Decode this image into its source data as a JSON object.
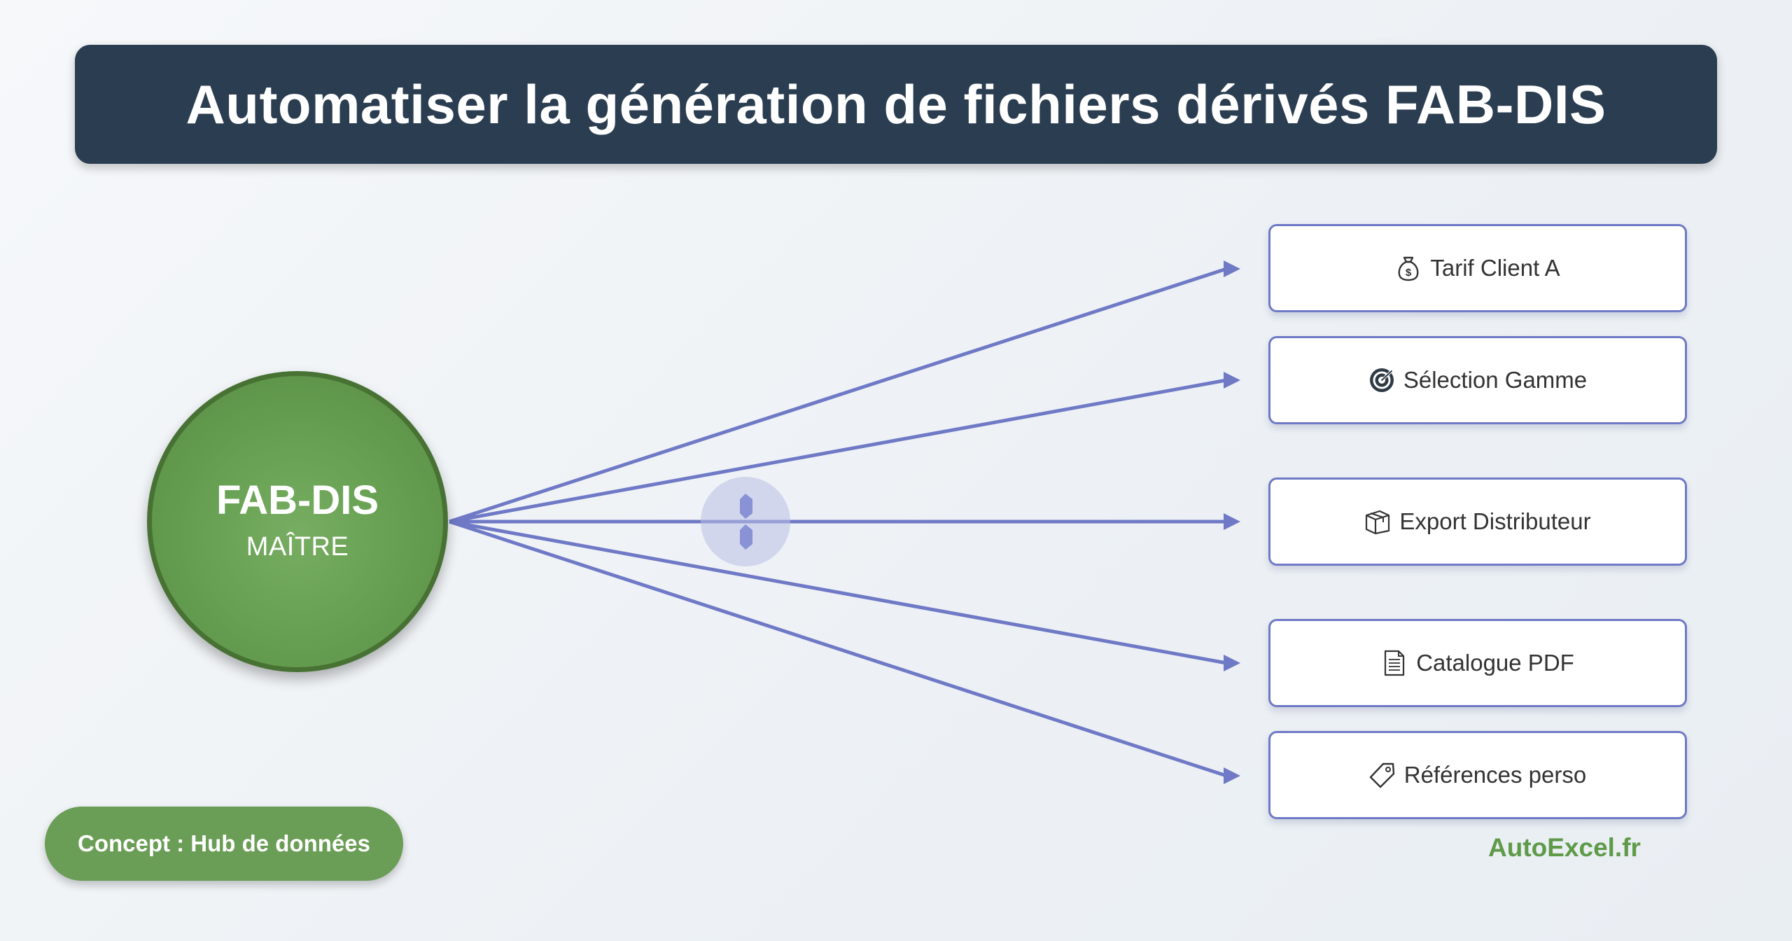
{
  "title": "Automatiser la génération de fichiers dérivés FAB-DIS",
  "hub": {
    "title": "FAB-DIS",
    "subtitle": "MAÎTRE"
  },
  "targets": [
    {
      "label": "Tarif Client A",
      "icon": "money-bag-icon"
    },
    {
      "label": "Sélection Gamme",
      "icon": "target-icon"
    },
    {
      "label": "Export Distributeur",
      "icon": "package-icon"
    },
    {
      "label": "Catalogue PDF",
      "icon": "document-icon"
    },
    {
      "label": "Références perso",
      "icon": "tag-icon"
    }
  ],
  "concept_label": "Concept : Hub de données",
  "brand": "AutoExcel.fr",
  "colors": {
    "title_bg": "#2b3d50",
    "hub_fill": "#67a052",
    "hub_border": "#477234",
    "connector": "#6f79c6",
    "brand": "#5e9a48"
  }
}
